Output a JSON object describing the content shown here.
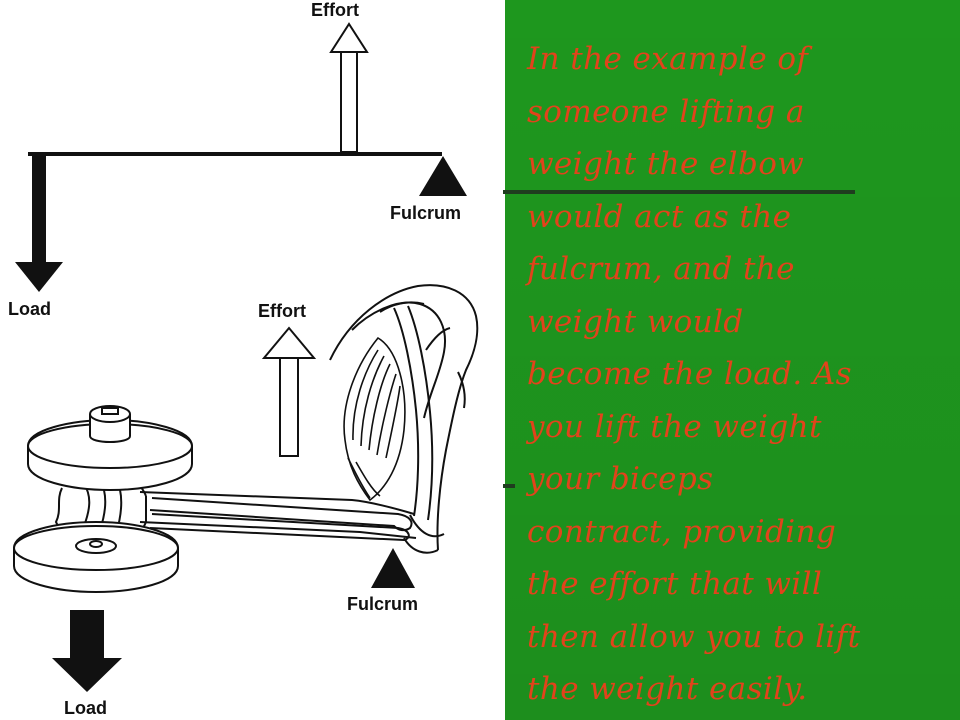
{
  "diagram": {
    "top_lever": {
      "effort_label": "Effort",
      "fulcrum_label": "Fulcrum",
      "load_label": "Load"
    },
    "arm_lever": {
      "effort_label": "Effort",
      "fulcrum_label": "Fulcrum",
      "load_label": "Load"
    }
  },
  "text_panel": {
    "body": "In the example of\nsomeone lifting a\nweight the elbow\nwould act as the\nfulcrum, and the\nweight would\nbecome the load. As\nyou lift the weight\nyour biceps\ncontract, providing\nthe effort that will\nthen allow you to lift\nthe weight easily."
  },
  "colors": {
    "panel_green": "#1f9a1f",
    "text_red": "#e2431b",
    "ink": "#111111"
  }
}
